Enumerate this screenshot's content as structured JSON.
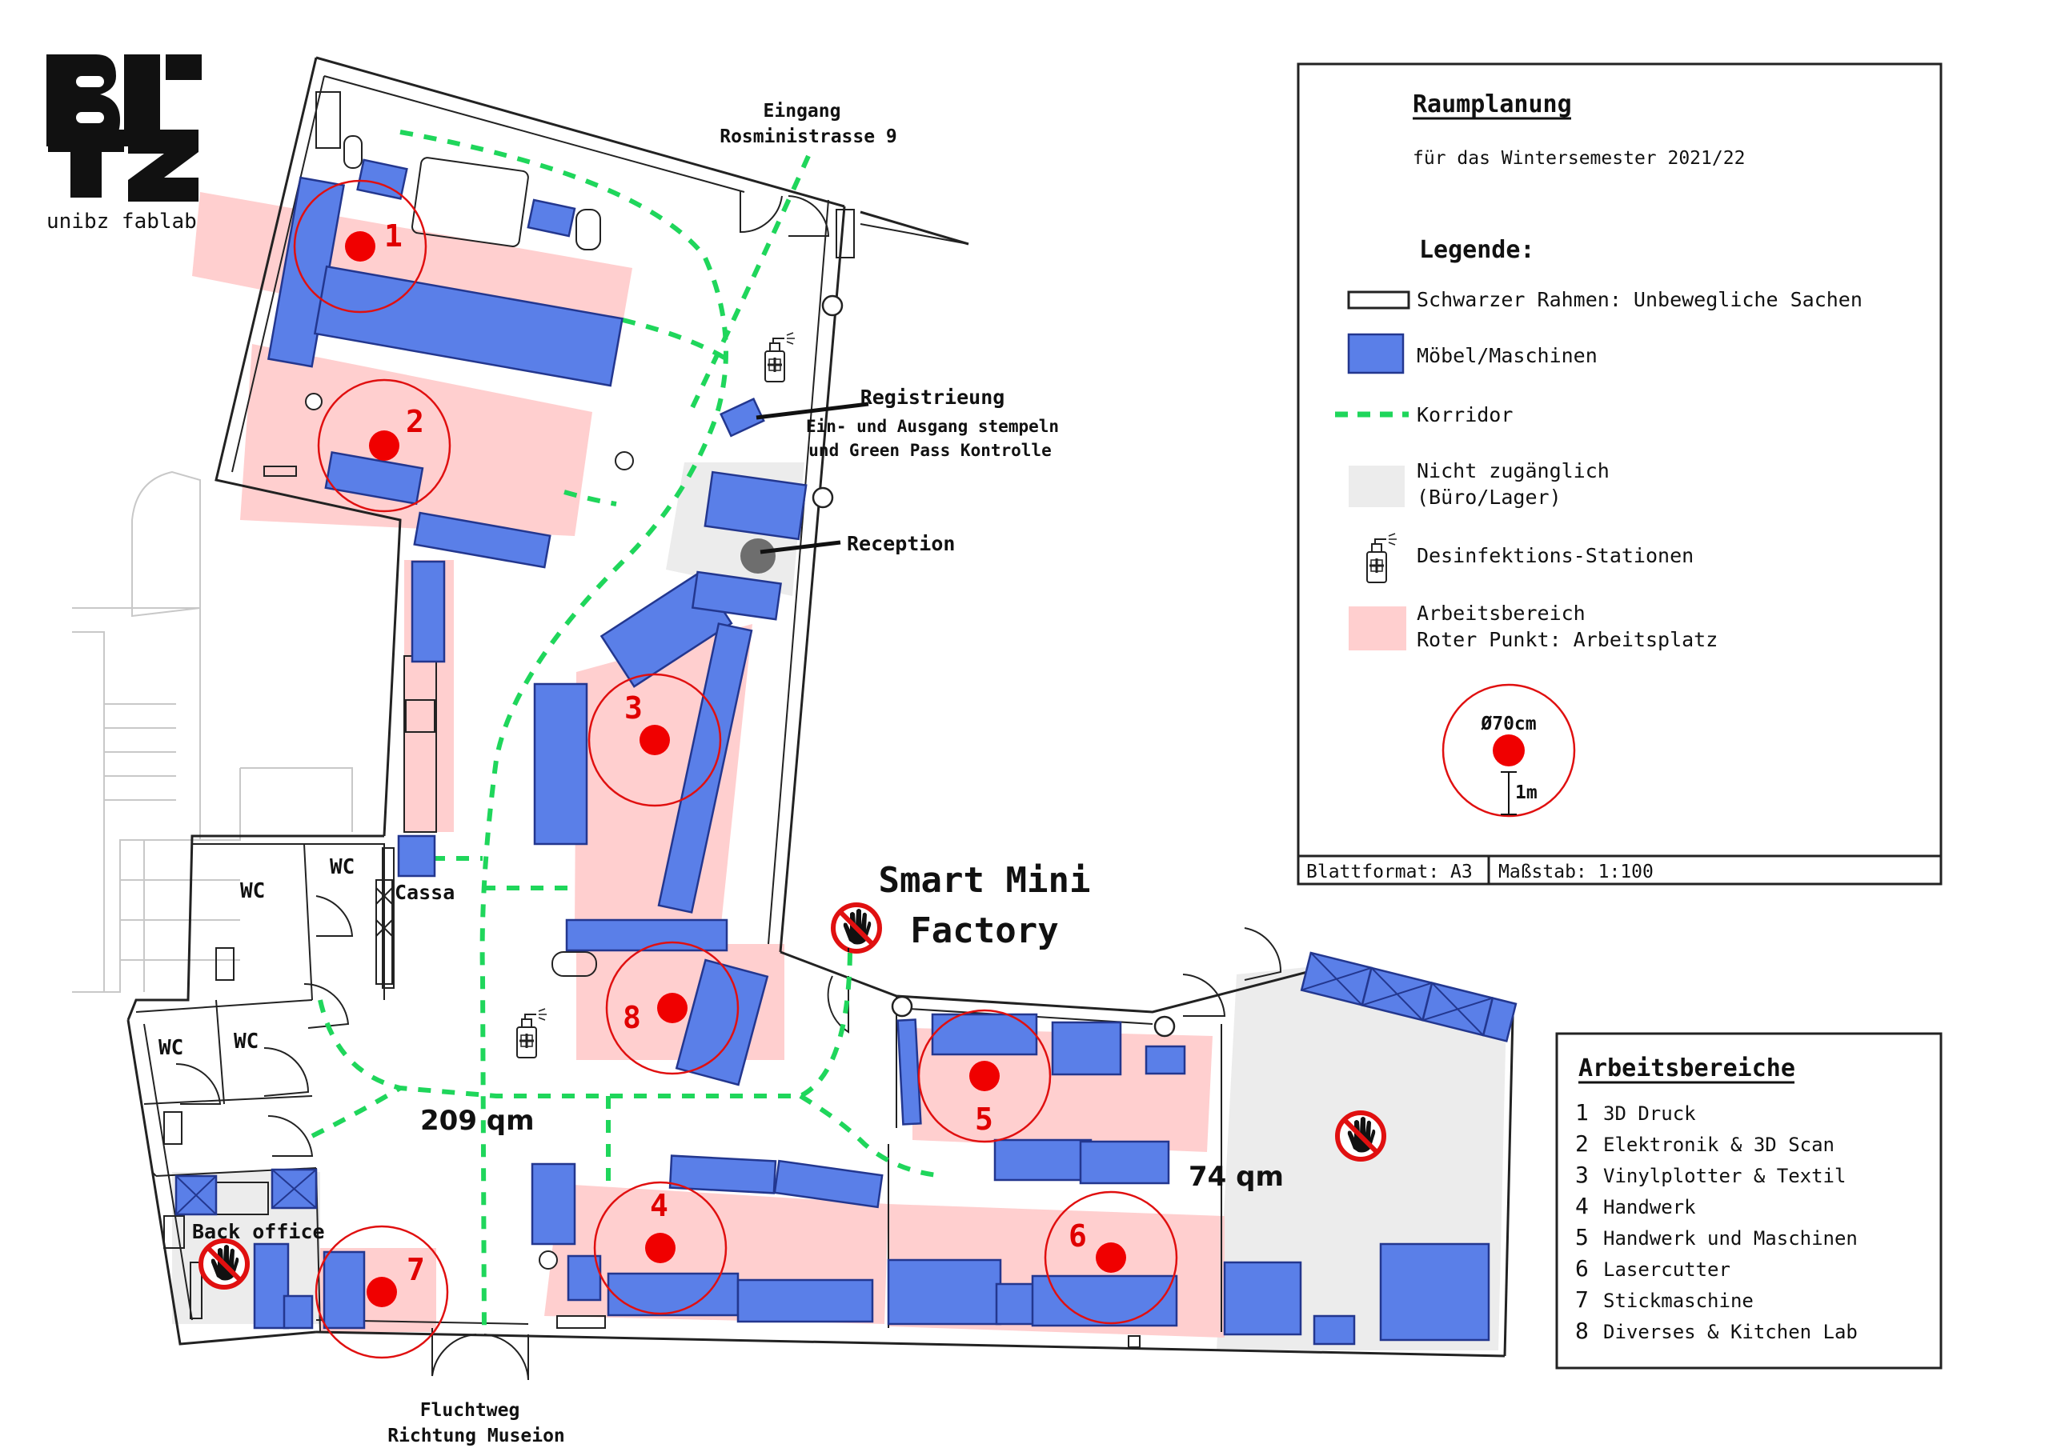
{
  "logo": {
    "mark": "BITZ",
    "caption": "unibz fablab"
  },
  "labels": {
    "entrance_line1": "Eingang",
    "entrance_line2": "Rosministrasse 9",
    "registration_title": "Registrieung",
    "registration_line1": "Ein- und Ausgang stempeln",
    "registration_line2": "und Green Pass Kontrolle",
    "reception": "Reception",
    "cassa": "Cassa",
    "wc": "WC",
    "back_office": "Back office",
    "smart_line1": "Smart Mini",
    "smart_line2": "Factory",
    "area_main": "209 qm",
    "area_second": "74 qm",
    "exit_line1": "Fluchtweg",
    "exit_line2": "Richtung Museion"
  },
  "zone_numbers": [
    "1",
    "2",
    "3",
    "4",
    "5",
    "6",
    "7",
    "8"
  ],
  "legend": {
    "title": "Raumplanung",
    "subtitle": "für das Wintersemester 2021/22",
    "heading": "Legende:",
    "items": [
      {
        "key": "frame",
        "label": "Schwarzer Rahmen: Unbewegliche Sachen"
      },
      {
        "key": "furniture",
        "label": "Möbel/Maschinen"
      },
      {
        "key": "corridor",
        "label": "Korridor"
      },
      {
        "key": "no_access",
        "label_line1": "Nicht zugänglich",
        "label_line2": "(Büro/Lager)"
      },
      {
        "key": "disinfect",
        "label": "Desinfektions-Stationen"
      },
      {
        "key": "work",
        "label_line1": "Arbeitsbereich",
        "label_line2": "Roter Punkt: Arbeitsplatz"
      }
    ],
    "diameter_label": "Ø70cm",
    "distance_label": "1m",
    "format_label": "Blattformat: A3",
    "scale_label": "Maßstab: 1:100"
  },
  "areas_list": {
    "title": "Arbeitsbereiche",
    "items": [
      {
        "num": "1",
        "label": "3D Druck"
      },
      {
        "num": "2",
        "label": "Elektronik & 3D Scan"
      },
      {
        "num": "3",
        "label": "Vinylplotter & Textil"
      },
      {
        "num": "4",
        "label": "Handwerk"
      },
      {
        "num": "5",
        "label": "Handwerk und Maschinen"
      },
      {
        "num": "6",
        "label": "Lasercutter"
      },
      {
        "num": "7",
        "label": "Stickmaschine"
      },
      {
        "num": "8",
        "label": "Diverses & Kitchen Lab"
      }
    ]
  },
  "colors": {
    "furniture": "#5a7fe8",
    "furniture_border": "#23378f",
    "work_area": "#ffcfcf",
    "no_access": "#ececec",
    "corridor": "#1fd65b",
    "workplace_dot": "#f00000"
  },
  "icons": [
    "bitz-logo-icon",
    "sanitizer-icon",
    "no-entry-hand-icon",
    "door-swing-icon"
  ]
}
